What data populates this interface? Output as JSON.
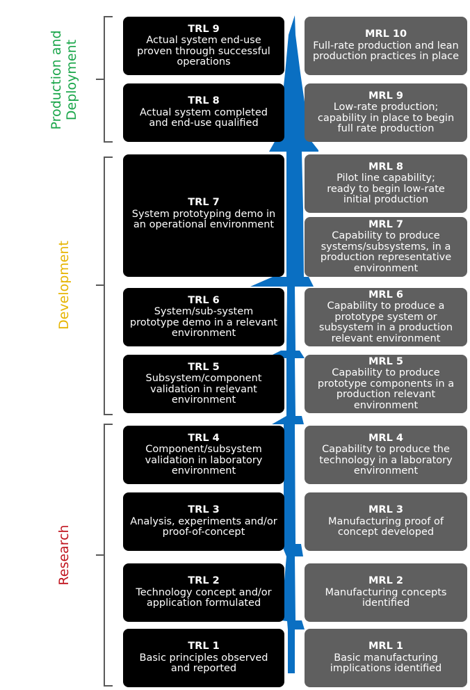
{
  "colors": {
    "trl_box": "#000000",
    "mrl_box": "#5f5f5f",
    "arrow": "#0a6fc2",
    "bracket": "#595959",
    "production": "#1aa64a",
    "development": "#e6b400",
    "research": "#c0141e"
  },
  "phases": {
    "production": "Production and\nDeployment",
    "development": "Development",
    "research": "Research"
  },
  "trl": [
    {
      "title": "TRL 9",
      "desc": "Actual system end-use\nproven through successful\noperations"
    },
    {
      "title": "TRL 8",
      "desc": "Actual system completed\nand end-use qualified"
    },
    {
      "title": "TRL 7",
      "desc": "System prototyping demo in\nan operational environment"
    },
    {
      "title": "TRL 6",
      "desc": "System/sub-system\nprototype demo in a relevant\nenvironment"
    },
    {
      "title": "TRL 5",
      "desc": "Subsystem/component\nvalidation in relevant\nenvironment"
    },
    {
      "title": "TRL 4",
      "desc": "Component/subsystem\nvalidation in laboratory\nenvironment"
    },
    {
      "title": "TRL 3",
      "desc": "Analysis, experiments and/or\nproof-of-concept"
    },
    {
      "title": "TRL 2",
      "desc": "Technology concept and/or\napplication formulated"
    },
    {
      "title": "TRL 1",
      "desc": "Basic principles observed\nand reported"
    }
  ],
  "mrl": [
    {
      "title": "MRL 10",
      "desc": "Full-rate production and lean\nproduction practices in place"
    },
    {
      "title": "MRL 9",
      "desc": "Low-rate production;\ncapability in place to begin\nfull rate production"
    },
    {
      "title": "MRL 8",
      "desc": "Pilot line capability;\nready to begin low-rate\ninitial production"
    },
    {
      "title": "MRL 7",
      "desc": "Capability to produce\nsystems/subsystems, in a\nproduction representative\nenvironment"
    },
    {
      "title": "MRL 6",
      "desc": "Capability to produce a\nprototype system or\nsubsystem in a production\nrelevant environment"
    },
    {
      "title": "MRL 5",
      "desc": "Capability to produce\nprototype components in a\nproduction relevant\nenvironment"
    },
    {
      "title": "MRL 4",
      "desc": "Capability to produce the\ntechnology in a laboratory\nenvironment"
    },
    {
      "title": "MRL 3",
      "desc": "Manufacturing proof of\nconcept developed"
    },
    {
      "title": "MRL 2",
      "desc": "Manufacturing concepts\nidentified"
    },
    {
      "title": "MRL 1",
      "desc": "Basic manufacturing\nimplications identified"
    }
  ]
}
